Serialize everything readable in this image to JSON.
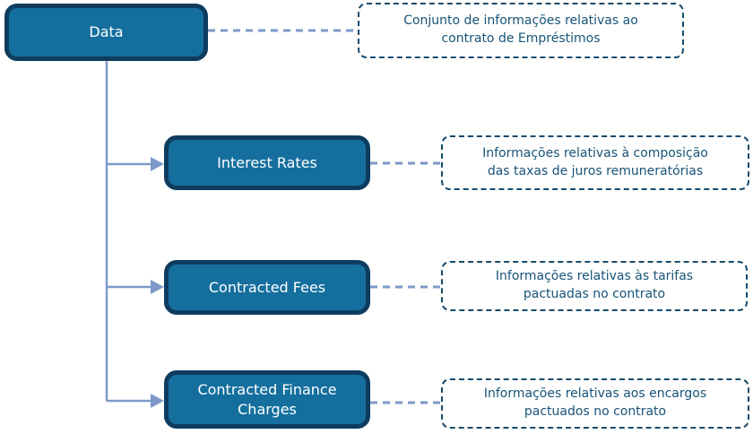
{
  "diagram": {
    "root": {
      "label": "Data",
      "description_lines": [
        "Conjunto de informações relativas ao",
        "contrato de Empréstimos"
      ]
    },
    "children": [
      {
        "label": "Interest Rates",
        "description_lines": [
          "Informações relativas à composição",
          "das taxas de juros remuneratórias"
        ]
      },
      {
        "label": "Contracted Fees",
        "description_lines": [
          "Informações relativas às tarifas",
          "pactuadas no contrato"
        ]
      },
      {
        "label": "Contracted Finance Charges",
        "description_lines": [
          "Informações relativas aos encargos",
          "pactuados no contrato"
        ]
      }
    ],
    "colors": {
      "node_fill": "#156f9e",
      "node_border": "#0e3c5e",
      "node_text": "#ffffff",
      "callout_border": "#174a6d",
      "callout_text": "#175377",
      "connector": "#7e99c9",
      "background": "#ffffff"
    }
  }
}
